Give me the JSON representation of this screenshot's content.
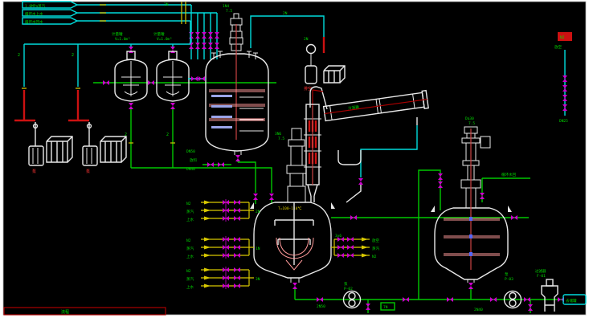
{
  "palette": {
    "background": "#000000",
    "frame": "#ffffff",
    "pipe_cyan": "#00dcdc",
    "pipe_green": "#00c800",
    "valve_magenta": "#cc00cc",
    "utility_yellow": "#d8c800",
    "alarm_red": "#cc1111",
    "equipment_white": "#e8e8e8",
    "coil_pink": "#ff9a9a",
    "title_red": "#aa0000"
  },
  "inlet_flags": {
    "f1": "1.0MPa蒸汽",
    "f2": "循环水上水",
    "f3": "循环水回水"
  },
  "top_labels": {
    "bundle_tag": "2N",
    "vapor_tag": "2N",
    "drop1": "2",
    "drop2": "2"
  },
  "tanks": {
    "t1_l1": "计量罐",
    "t1_l2": "V=1.0m³",
    "t2_l1": "计量罐",
    "t2_l2": "V=1.0m³",
    "t1_drop": "2",
    "t2_drop": "2"
  },
  "reactor1": {
    "motor_l1": "1N4",
    "motor_l2": "7.5",
    "drain1": "DN50",
    "drain2": "放料",
    "drain3": "DN40"
  },
  "seal_pot": {
    "tag": "2N",
    "vent": "排空"
  },
  "condenser": {
    "tag": "冷凝器"
  },
  "reactor2": {
    "motor_l1": "3N6",
    "motor_l2": "7.5",
    "note": "T=100-110℃"
  },
  "reactor3": {
    "motor_l1": "Da30",
    "motor_l2": "7.5",
    "feed": "循环水回"
  },
  "pumps": {
    "left1": "泵",
    "left2": "泵",
    "bottom1_l1": "泵",
    "bottom1_l2": "P-02",
    "bottom2_l1": "泵",
    "bottom2_l2": "P-03"
  },
  "filter": {
    "l1": "过滤器",
    "l2": "F-01"
  },
  "manifolds": {
    "a": {
      "l1": "N2",
      "l2": "蒸汽",
      "l3": "上水",
      "tag": "2N"
    },
    "b": {
      "l1": "N2",
      "l2": "蒸汽",
      "l3": "上水",
      "tag": "1N"
    },
    "c": {
      "l1": "N2",
      "l2": "蒸汽",
      "l3": "上水",
      "tag": "3N"
    },
    "d": {
      "l1": "放空",
      "l2": "蒸汽",
      "l3": "N2",
      "tag": "3x6"
    }
  },
  "bottom_line": {
    "tag_7n": "7N",
    "tag_below": "2N40",
    "tag_drop": "2N50",
    "end_flag": "去储罐"
  },
  "top_right": {
    "flag": "N2",
    "tag": "放空",
    "tick": "DN25"
  },
  "title_block": {
    "text": "流程"
  }
}
